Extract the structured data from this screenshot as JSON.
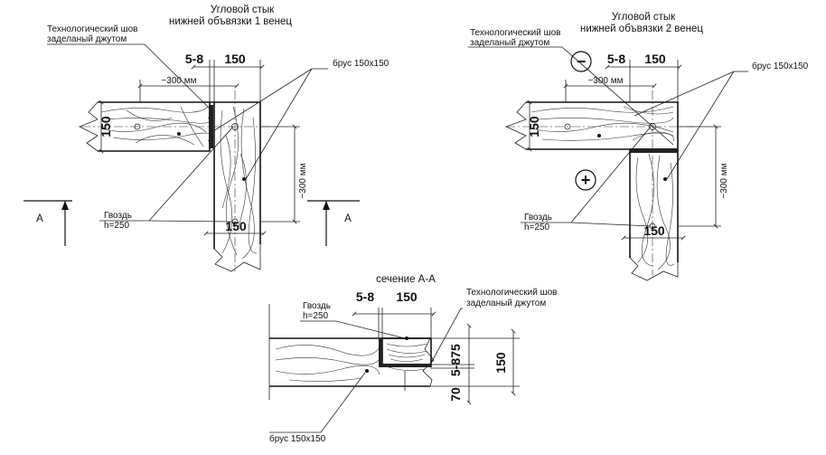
{
  "views": {
    "joint1": {
      "title_line1": "Угловой стык",
      "title_line2": "нижней объвязки 1 венец",
      "seam_line1": "Технологический шов",
      "seam_line2": "заделаный джутом",
      "dim_gap": "5-8",
      "dim_150_top": "150",
      "dim_150_left": "150",
      "dim_150_bottom": "150",
      "dim_300_horiz": "~300 мм",
      "dim_300_vert": "~300 мм",
      "beam_label": "брус 150х150",
      "nail_line1": "Гвоздь",
      "nail_line2": "h=250",
      "section_mark_left": "А",
      "section_mark_right": "А"
    },
    "joint2": {
      "title_line1": "Угловой стык",
      "title_line2": "нижней объвязки 2 венец",
      "seam_line1": "Технологический шов",
      "seam_line2": "заделаный джутом",
      "dim_gap": "5-8",
      "dim_150_top": "150",
      "dim_150_left": "150",
      "dim_150_bottom": "150",
      "dim_300_horiz": "~300 мм",
      "dim_300_vert": "~300 мм",
      "beam_label": "брус 150х150",
      "nail_line1": "Гвоздь",
      "nail_line2": "h=250",
      "minus_symbol": "−",
      "plus_symbol": "+"
    },
    "section": {
      "title": "сечение А-А",
      "nail_line1": "Гвоздь",
      "nail_line2": "h=250",
      "seam_line1": "Технологический шов",
      "seam_line2": "заделаный джутом",
      "dim_gap": "5-8",
      "dim_150_top": "150",
      "dim_75": "75",
      "dim_58": "5-8",
      "dim_70": "70",
      "dim_150_right": "150",
      "beam_label": "брус 150х150"
    }
  }
}
